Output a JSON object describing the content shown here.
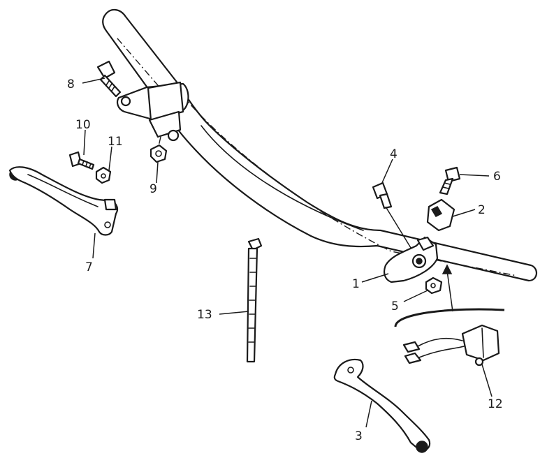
{
  "callouts": {
    "n1": "1",
    "n2": "2",
    "n3": "3",
    "n4": "4",
    "n5": "5",
    "n6": "6",
    "n7": "7",
    "n8": "8",
    "n9": "9",
    "n10": "10",
    "n11": "11",
    "n12": "12",
    "n13": "13"
  },
  "colors": {
    "ink": "#1a1a1a",
    "paper": "#ffffff"
  }
}
